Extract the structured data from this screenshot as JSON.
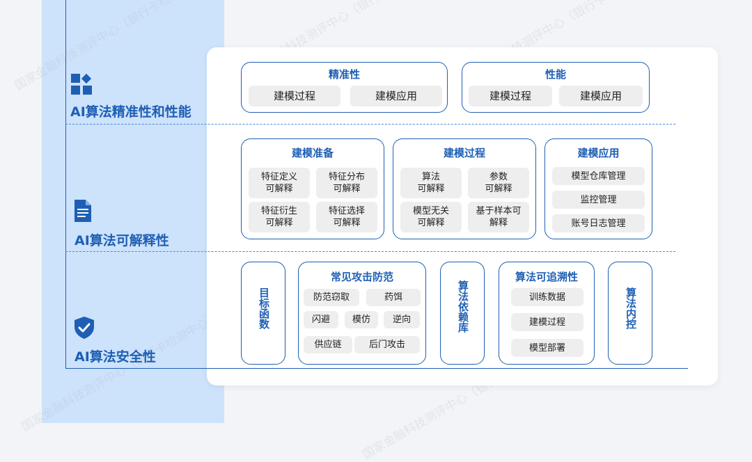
{
  "watermark": "国家金融科技测评中心（银行卡检测中心）",
  "sections": {
    "performance": {
      "label": "AI算法精准性和性能",
      "icon": "grid-shapes-icon",
      "accuracy": {
        "title": "精准性",
        "items": [
          "建模过程",
          "建模应用"
        ]
      },
      "perf": {
        "title": "性能",
        "items": [
          "建模过程",
          "建模应用"
        ]
      }
    },
    "explainability": {
      "label": "AI算法可解释性",
      "icon": "document-icon",
      "prep": {
        "title": "建模准备",
        "items": [
          "特征定义\n可解释",
          "特征分布\n可解释",
          "特征衍生\n可解释",
          "特征选择\n可解释"
        ]
      },
      "process": {
        "title": "建模过程",
        "items": [
          "算法\n可解释",
          "参数\n可解释",
          "模型无关\n可解释",
          "基于样本可\n解释"
        ]
      },
      "apply": {
        "title": "建模应用",
        "items": [
          "模型仓库管理",
          "监控管理",
          "账号日志管理"
        ]
      }
    },
    "security": {
      "label": "AI算法安全性",
      "icon": "shield-check-icon",
      "objective": {
        "title": "目标函数"
      },
      "attack": {
        "title": "常见攻击防范",
        "items": [
          "防范窃取",
          "药饵",
          "闪避",
          "模仿",
          "逆向",
          "供应链",
          "后门攻击"
        ]
      },
      "dependency": {
        "title": "算法依赖库"
      },
      "trace": {
        "title": "算法可追溯性",
        "items": [
          "训练数据",
          "建模过程",
          "模型部署"
        ]
      },
      "control": {
        "title": "算法内控"
      }
    }
  },
  "colors": {
    "accent": "#1e5fb4",
    "panel": "#cde2fb",
    "pill": "#eeeeee"
  }
}
